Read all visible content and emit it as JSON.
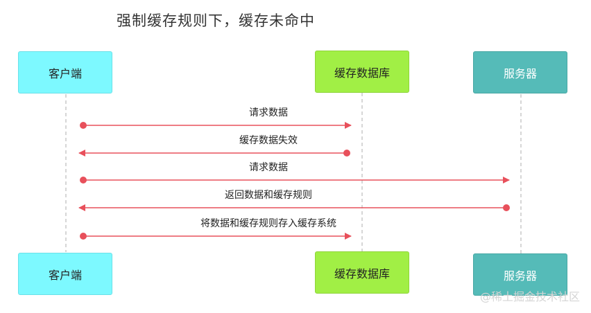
{
  "title": "强制缓存规则下，缓存未命中",
  "participants": {
    "client": "客户端",
    "cache": "缓存数据库",
    "server": "服务器"
  },
  "messages": [
    {
      "label": "请求数据",
      "from": "client",
      "to": "cache"
    },
    {
      "label": "缓存数据失效",
      "from": "cache",
      "to": "client"
    },
    {
      "label": "请求数据",
      "from": "client",
      "to": "server"
    },
    {
      "label": "返回数据和缓存规则",
      "from": "server",
      "to": "client"
    },
    {
      "label": "将数据和缓存规则存入缓存系统",
      "from": "client",
      "to": "cache"
    }
  ],
  "colors": {
    "arrow": "#e8505b",
    "lifeline": "#bbbbbb",
    "client": "#7df9ff",
    "cache": "#a1ef45",
    "server": "#55bbb8"
  },
  "watermark": "@稀土掘金技术社区"
}
